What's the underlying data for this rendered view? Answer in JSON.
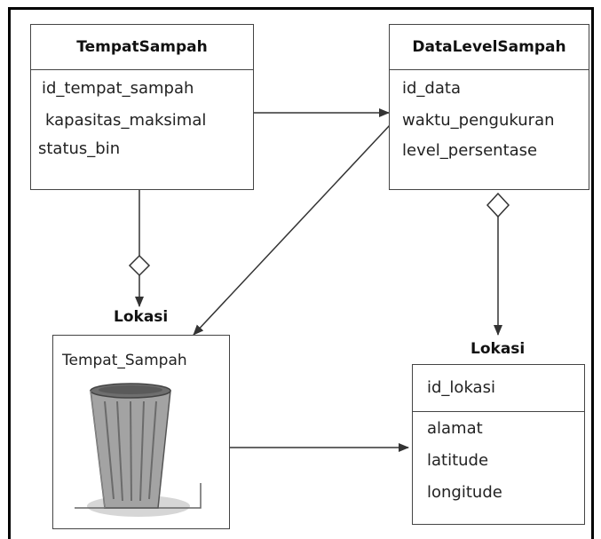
{
  "classes": {
    "tempat_sampah": {
      "name": "TempatSampah",
      "attributes": [
        "id_tempat_sampah",
        "kapasitas_maksimal",
        "status_bin"
      ]
    },
    "data_level_sampah": {
      "name": "DataLevelSampah",
      "attributes": [
        "id_data",
        "waktu_pengukuran",
        "level_persentase"
      ]
    },
    "lokasi_right": {
      "title": "Lokasi",
      "key": "id_lokasi",
      "attributes": [
        "alamat",
        "latitude",
        "longitude"
      ]
    },
    "lokasi_left": {
      "title": "Lokasi",
      "name": "Tempat_Sampah"
    }
  },
  "icons": {
    "trash_bin": "trash-bin-icon"
  },
  "colors": {
    "line": "#333333",
    "bin_body": "#9a9a9a",
    "bin_shadow": "#d0d0d0"
  }
}
